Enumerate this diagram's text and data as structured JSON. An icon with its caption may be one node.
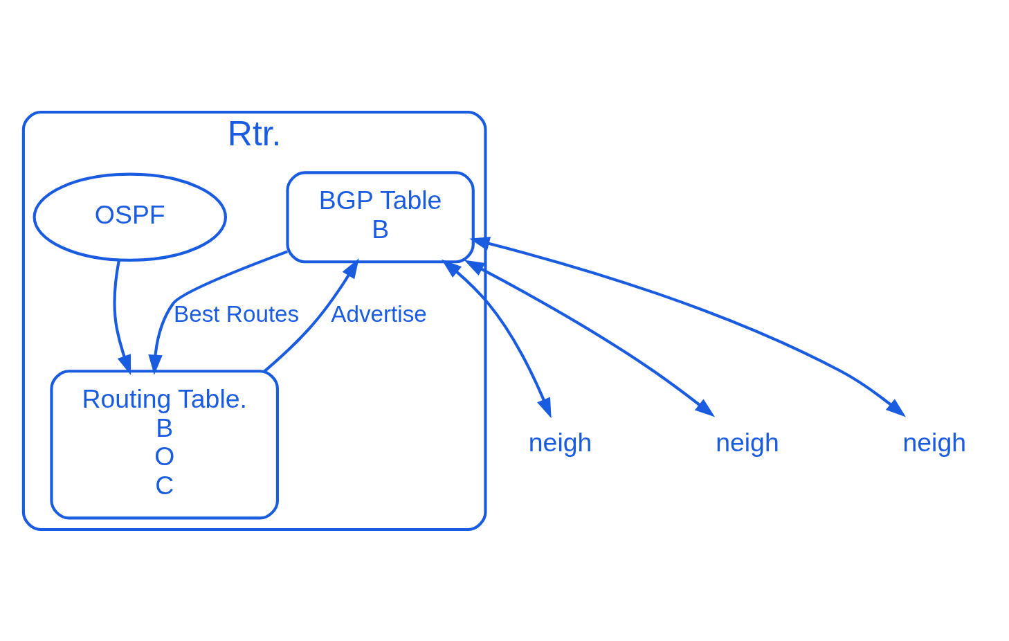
{
  "diagram": {
    "nodes": [
      {
        "text": [
          "Rtr."
        ]
      },
      {
        "text": [
          "BGP Table",
          "B"
        ],
        "in": 0
      },
      {
        "text": [
          "OSPF"
        ],
        "in": 0
      },
      {
        "text": [
          "Routing Table.",
          "B",
          "O",
          "C"
        ],
        "in": 0
      },
      {
        "text": [
          "neigh"
        ]
      },
      {
        "text": [
          "neigh"
        ]
      },
      {
        "text": [
          "neigh"
        ]
      }
    ],
    "edges": [
      {
        "from": 2,
        "to": 3,
        "arrow": "to"
      },
      {
        "from": 1,
        "to": 3,
        "arrow": "to",
        "label": "Best Routes"
      },
      {
        "from": 3,
        "to": 1,
        "arrow": "to",
        "label": "Advertise"
      },
      {
        "from": 1,
        "to": 4,
        "arrow": "both"
      },
      {
        "from": 1,
        "to": 5,
        "arrow": "both"
      },
      {
        "from": 1,
        "to": 6,
        "arrow": "both"
      }
    ]
  }
}
